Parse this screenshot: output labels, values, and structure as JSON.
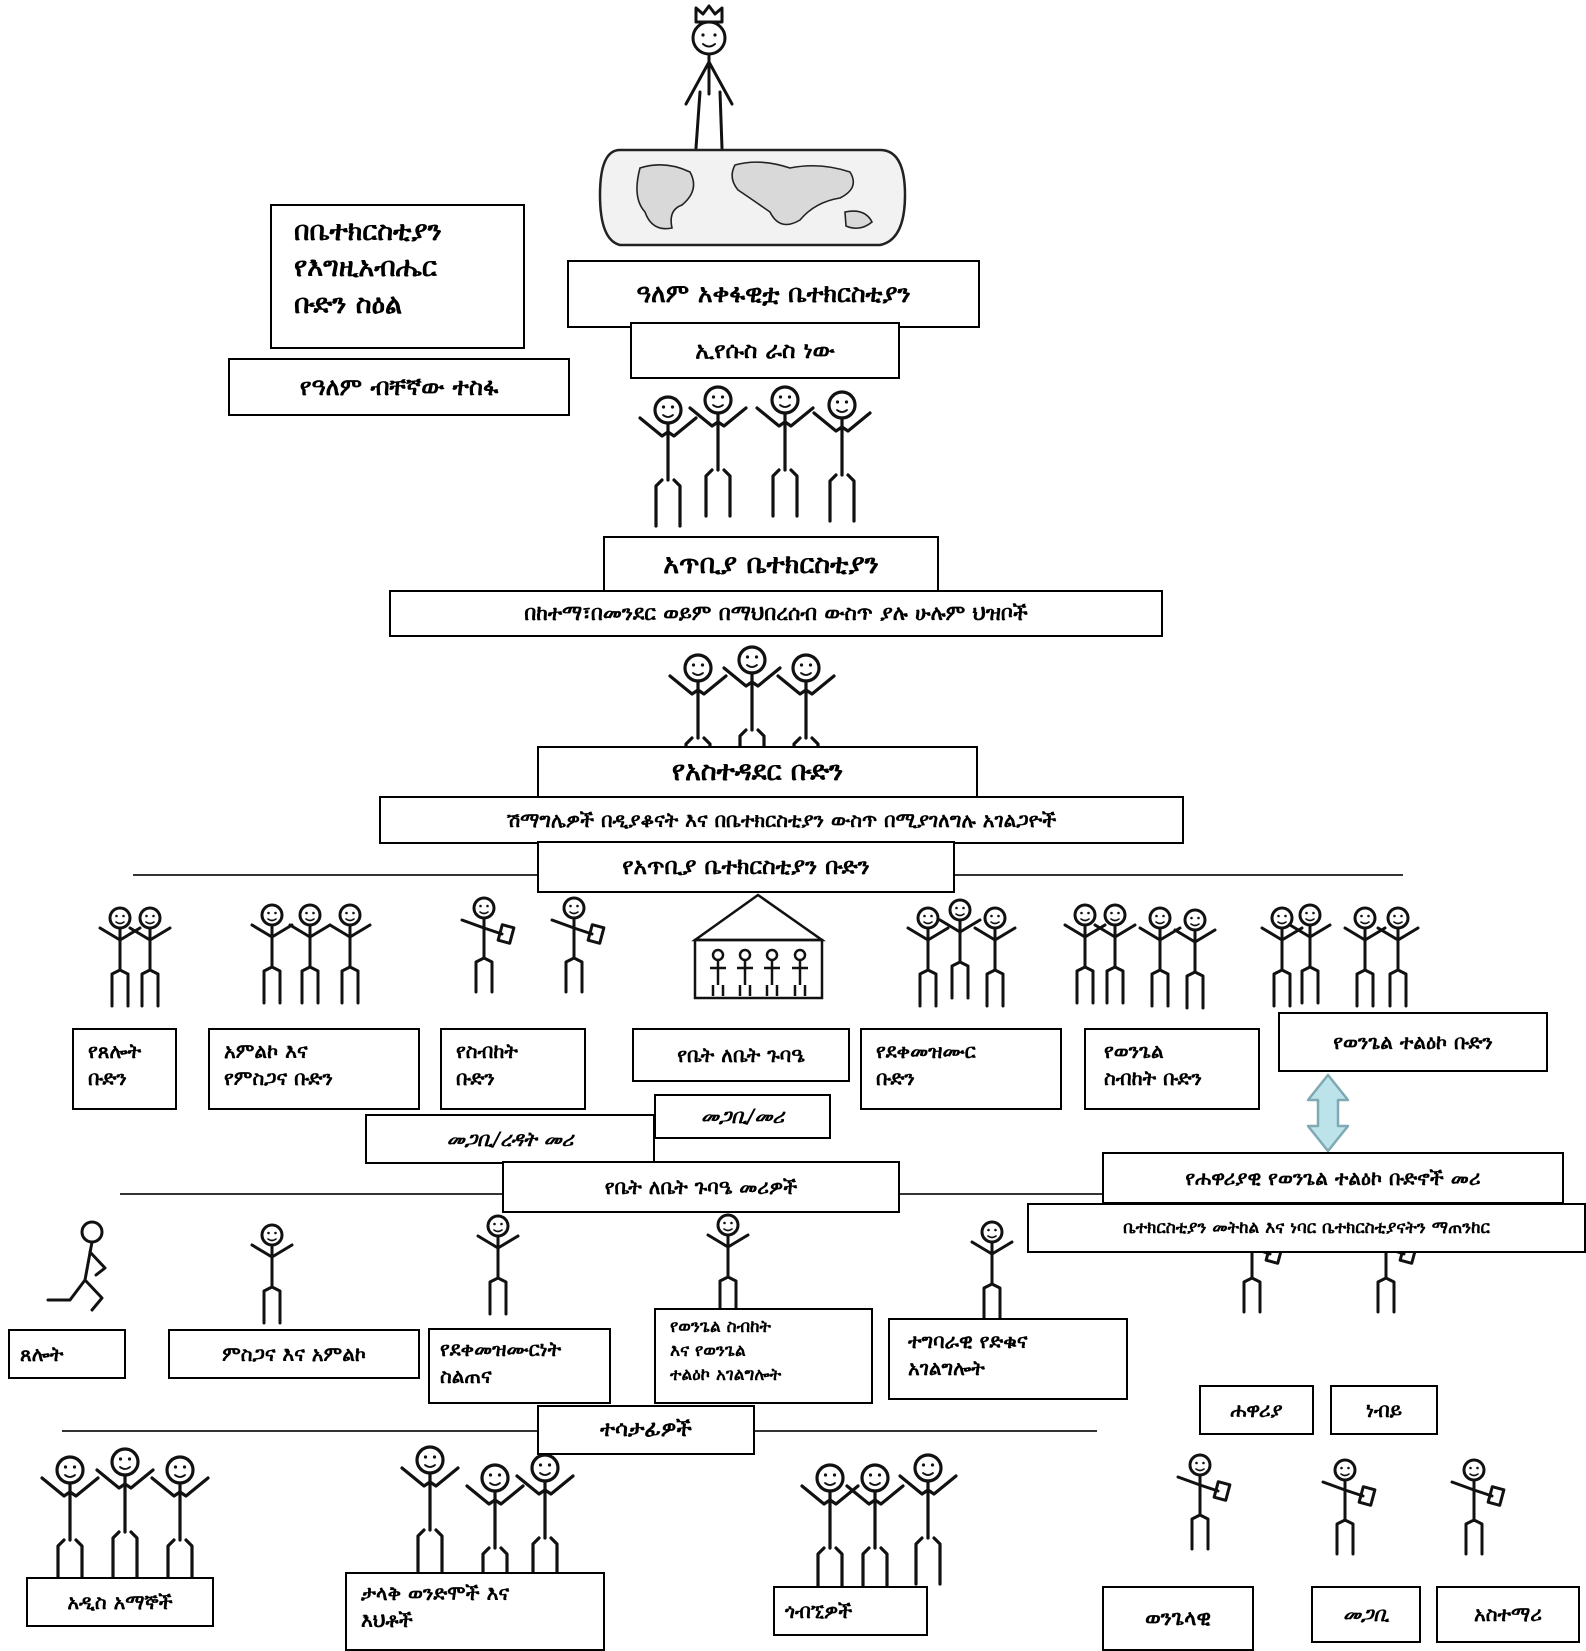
{
  "top": {
    "title_lines": [
      "በቤተክርስቲያን",
      "የእግዚአብሔር",
      "ቡድን ስዕል"
    ],
    "world_hope": "የዓለም ብቸኛው ተስፋ",
    "world_church": "ዓለም አቀፋዊቷ ቤተክርስቲያን",
    "jesus_head": "ኢየሱስ ራስ ነው"
  },
  "apostolic_church": {
    "title": "አጥቢያ ቤተክርስቲያን",
    "subtitle": "በከተማ፣በመንደር ወይም በማህበረሰብ ውስጥ ያሉ ሁሉም ህዝቦች"
  },
  "leadership": {
    "title": "የአስተዳደር ቡድን",
    "subtitle": "ሽማግሌዎች በዲያቆናት እና በቤተክርስቲያን ውስጥ በሚያገለግሉ አገልጋዮች"
  },
  "teams": {
    "title": "የአጥቢያ ቤተክርስቲያን ቡድን",
    "items": [
      {
        "line1": "የጸሎት",
        "line2": "ቡድን"
      },
      {
        "line1": "አምልኮ እና",
        "line2": "የምስጋና ቡድን"
      },
      {
        "line1": "የስብከት",
        "line2": "ቡድን"
      },
      {
        "line1": "የቤት ለቤት ጉባዔ",
        "line2": ""
      },
      {
        "line1": "የደቀመዝሙር",
        "line2": "ቡድን"
      },
      {
        "line1": "የወንጌል",
        "line2": "ስብከት ቡድን"
      },
      {
        "line1": "የወንጌል ተልዕኮ ቡድን",
        "line2": ""
      }
    ],
    "pastor_leader": "መጋቢ/መሪ",
    "assistant_pastor": "መጋቢ/ረዳት መሪ",
    "home_group_leaders": "የቤት ለቤት ጉባዔ መሪዎች",
    "apostolic_leaders": "የሐዋሪያዊ የወንጌል ተልዕኮ ቡድኖች መሪ",
    "strengthen": "ቤተክርስቲያን መትከል እና ነባር ቤተክርስቲያናትን ማጠንከር"
  },
  "ministries": {
    "items": [
      {
        "line1": "ጸሎት",
        "line2": "",
        "line3": ""
      },
      {
        "line1": "ምስጋና እና አምልኮ",
        "line2": "",
        "line3": ""
      },
      {
        "line1": "የደቀመዝሙርነት",
        "line2": "ስልጠና",
        "line3": ""
      },
      {
        "line1": "የወንጌል ስብከት",
        "line2": "እና የወንጌል",
        "line3": "ተልዕኮ አገልግሎት"
      },
      {
        "line1": "ተግባራዊ የድቁና",
        "line2": "አገልግሎት",
        "line3": ""
      }
    ],
    "apostle": "ሐዋሪያ",
    "prophet": "ነብይ"
  },
  "participants": {
    "title": "ተሳታፊዎች",
    "items": [
      {
        "line1": "አዲስ አማኞች",
        "line2": ""
      },
      {
        "line1": "ታላቅ ወንድሞች እና",
        "line2": "እህቶች"
      },
      {
        "line1": "ጎብኚዎች",
        "line2": ""
      }
    ],
    "evangelist": "ወንጌላዊ",
    "pastor": "መጋቢ",
    "teacher": "አስተማሪ"
  },
  "colors": {
    "arrow_fill": "#bde3ea",
    "arrow_stroke": "#7fa9b3",
    "line": "#333333"
  }
}
